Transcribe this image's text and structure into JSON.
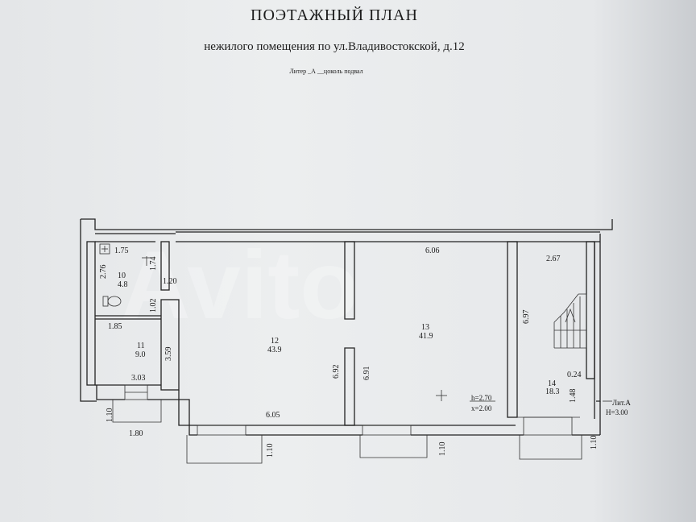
{
  "title": "ПОЭТАЖНЫЙ ПЛАН",
  "subtitle": "нежилого помещения по ул.Владивостокской, д.12",
  "litera_line": "Литер _А __цоколь подвал",
  "watermark": "Avito",
  "rooms": [
    {
      "id": "r10",
      "number": "10",
      "area": "4.8"
    },
    {
      "id": "r11",
      "number": "11",
      "area": "9.0"
    },
    {
      "id": "r12",
      "number": "12",
      "area": "43.9"
    },
    {
      "id": "r13",
      "number": "13",
      "area": "41.9"
    },
    {
      "id": "r14",
      "number": "14",
      "area": "18.3"
    }
  ],
  "dimensions": {
    "d_1_75": "1.75",
    "d_2_76": "2.76",
    "d_1_74": "1.74",
    "d_1_20": "1.20",
    "d_1_02": "1.02",
    "d_1_85": "1.85",
    "d_3_59": "3.59",
    "d_3_03": "3.03",
    "d_1_10_a": "1.10",
    "d_1_80": "1.80",
    "d_6_92": "6.92",
    "d_6_05": "6.05",
    "d_1_10_b": "1.10",
    "d_6_06": "6.06",
    "d_6_91": "6.91",
    "d_1_10_c": "1.10",
    "d_2_67": "2.67",
    "d_6_97": "6.97",
    "d_0_24": "0.24",
    "d_1_48": "1.48",
    "d_1_10_d": "1.10"
  },
  "marks": {
    "h": "h=2.70",
    "x": "x=2.00"
  },
  "legend": {
    "lit": "Лит.А",
    "height": "H=3.00"
  }
}
